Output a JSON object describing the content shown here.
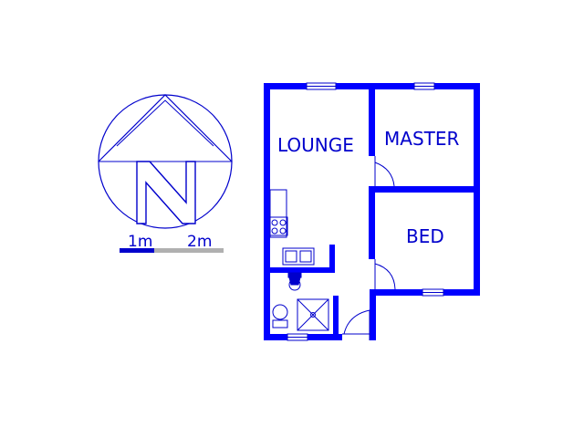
{
  "compass": {
    "label": "N",
    "color": "#0000cc"
  },
  "scale_bar": {
    "label_1": "1m",
    "label_2": "2m",
    "color_primary": "#0000cc",
    "color_secondary": "#b0b0b0"
  },
  "rooms": {
    "lounge": "LOUNGE",
    "master": "MASTER",
    "bed": "BED"
  },
  "colors": {
    "wall": "#0000ff",
    "line": "#0000cc",
    "background": "#ffffff"
  }
}
